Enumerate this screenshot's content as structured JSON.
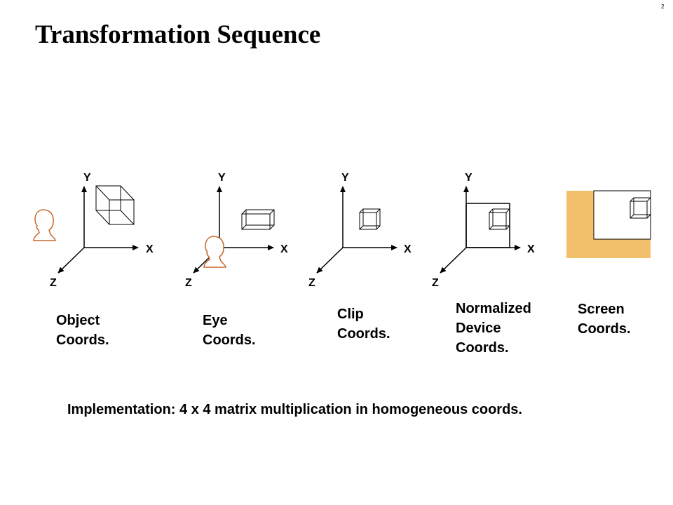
{
  "page_number": "2",
  "title": "Transformation Sequence",
  "axes": {
    "x": "X",
    "y": "Y",
    "z": "Z"
  },
  "stages": [
    {
      "line1": "Object",
      "line2": "Coords."
    },
    {
      "line1": "Eye",
      "line2": "Coords."
    },
    {
      "line1": "Clip",
      "line2": "Coords."
    },
    {
      "line1": "Normalized",
      "line2": "Device",
      "line3": "Coords."
    },
    {
      "line1": "Screen",
      "line2": "Coords."
    }
  ],
  "footer": "Implementation:  4 x 4 matrix multiplication in homogeneous coords.",
  "colors": {
    "head_outline": "#c8682a",
    "screen_fill": "#f2c06a",
    "ink": "#000000"
  }
}
